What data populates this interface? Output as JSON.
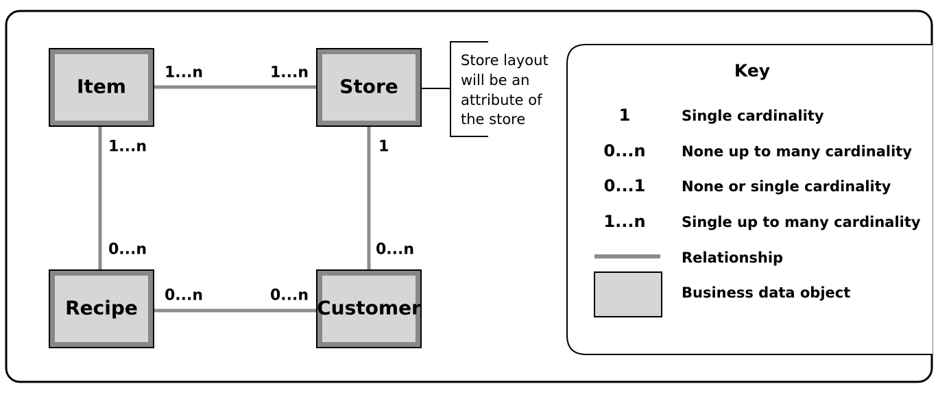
{
  "entities": {
    "item": "Item",
    "store": "Store",
    "recipe": "Recipe",
    "customer": "Customer"
  },
  "relationships": [
    {
      "from": "Item",
      "to": "Store",
      "from_card": "1...n",
      "to_card": "1...n"
    },
    {
      "from": "Item",
      "to": "Recipe",
      "from_card": "1...n",
      "to_card": "0...n"
    },
    {
      "from": "Store",
      "to": "Customer",
      "from_card": "1",
      "to_card": "0...n"
    },
    {
      "from": "Recipe",
      "to": "Customer",
      "from_card": "0...n",
      "to_card": "0...n"
    }
  ],
  "note": {
    "lines": [
      "Store layout",
      "will be an",
      "attribute of",
      "the store"
    ]
  },
  "key": {
    "title": "Key",
    "entries": [
      {
        "symbol": "1",
        "description": "Single cardinality"
      },
      {
        "symbol": "0...n",
        "description": "None up to many cardinality"
      },
      {
        "symbol": "0...1",
        "description": "None or single cardinality"
      },
      {
        "symbol": "1...n",
        "description": "Single up to many cardinality"
      }
    ],
    "relationship_label": "Relationship",
    "object_label": "Business data object"
  },
  "colors": {
    "entity_fill": "#d6d6d6",
    "entity_border": "#888888",
    "relationship_line": "#8c8c8c"
  }
}
